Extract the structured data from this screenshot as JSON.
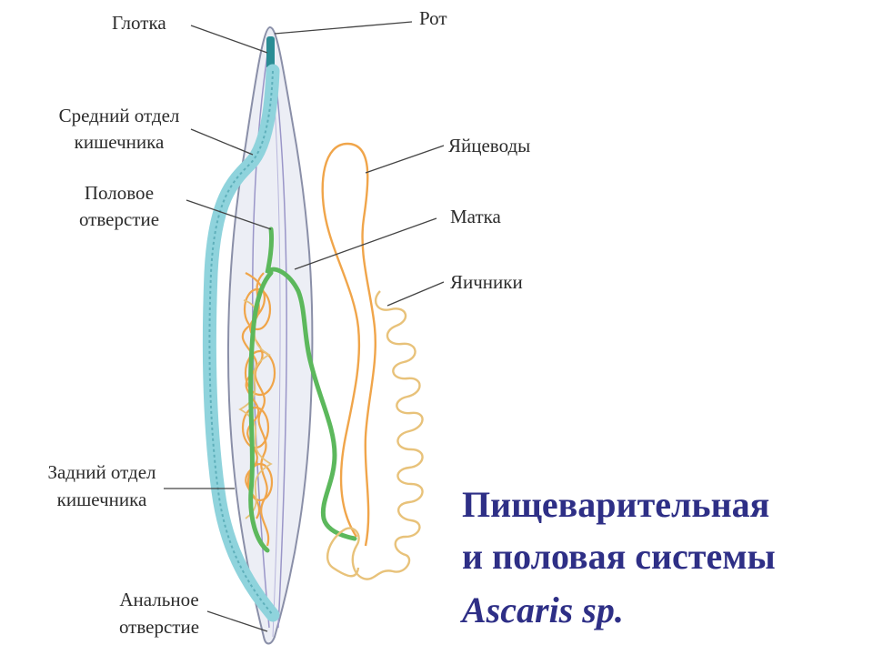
{
  "labels": {
    "pharynx": "Глотка",
    "mouth": "Рот",
    "midgut_1": "Средний отдел",
    "midgut_2": "кишечника",
    "oviducts": "Яйцеводы",
    "genital_1": "Половое",
    "genital_2": "отверстие",
    "uterus": "Матка",
    "ovaries": "Яичники",
    "hindgut_1": "Задний отдел",
    "hindgut_2": "кишечника",
    "anal_1": "Анальное",
    "anal_2": "отверстие"
  },
  "title": {
    "line1": "Пищеварительная",
    "line2": "и половая системы",
    "line3": "Ascaris sp."
  },
  "colors": {
    "title": "#2e2f86",
    "intestine": "#8fd3dc",
    "uterus": "#5cb85c",
    "oviduct": "#f0a54a",
    "ovary": "#e8c27a",
    "body_outline": "#8a8fa8",
    "body_fill": "#eceef5"
  }
}
